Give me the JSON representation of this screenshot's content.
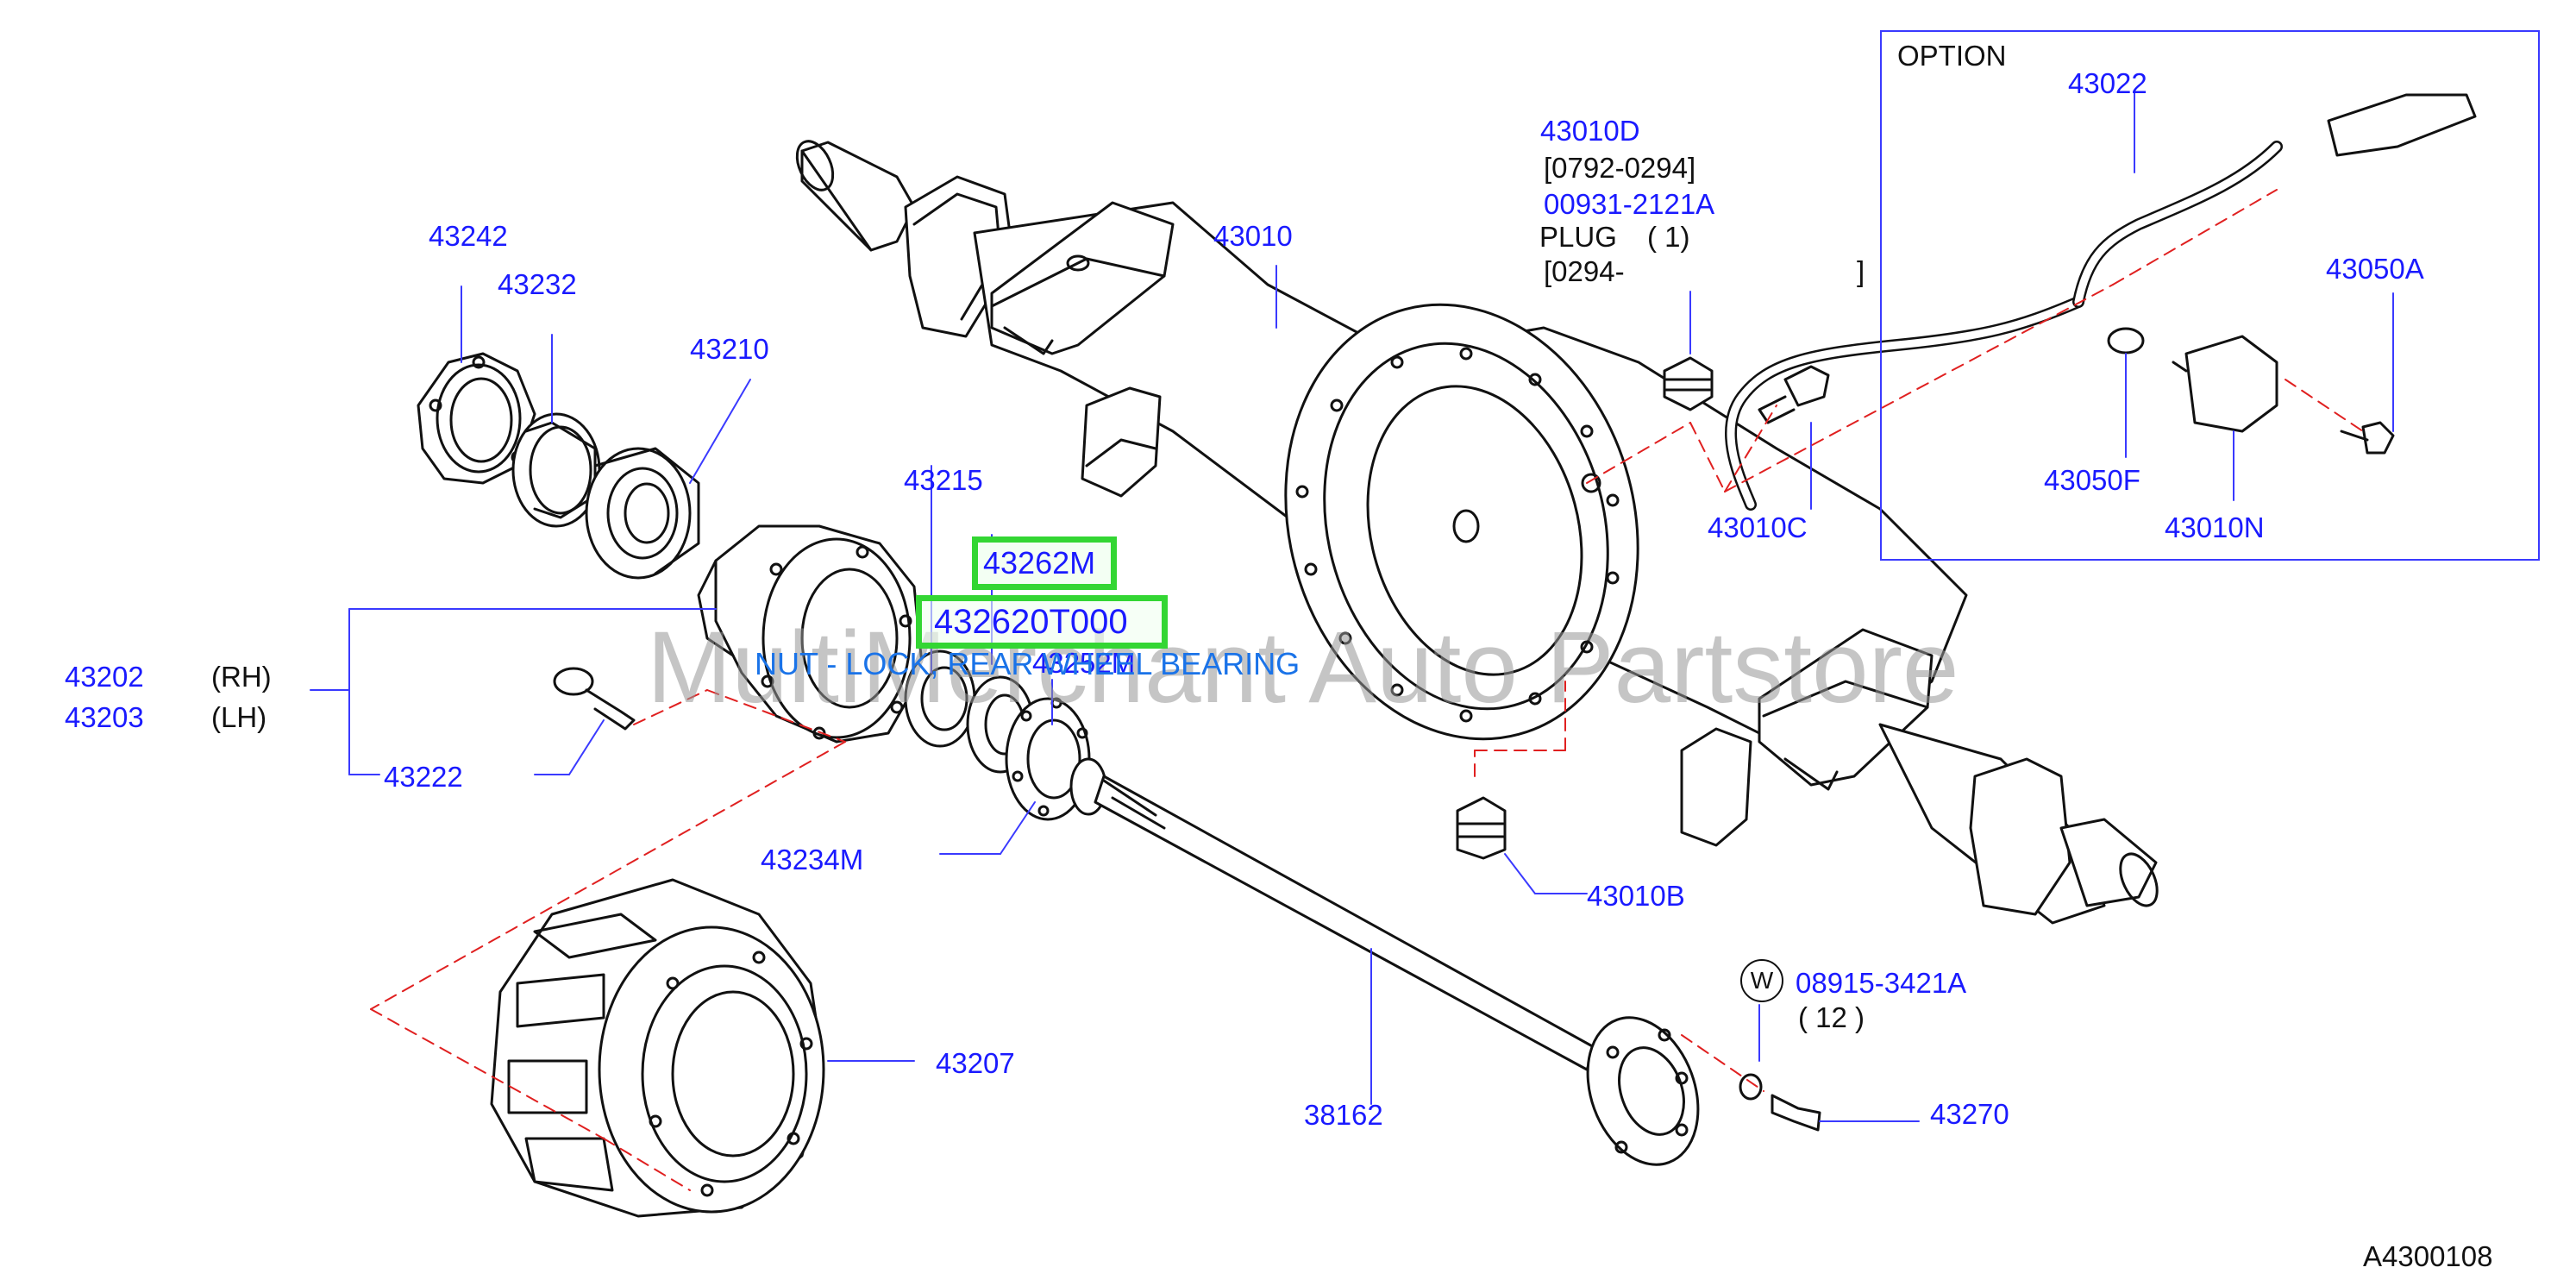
{
  "watermark": "MultiMerchant Auto Partstore",
  "option_box": {
    "title": "OPTION"
  },
  "labels": {
    "p43242": "43242",
    "p43232": "43232",
    "p43210": "43210",
    "p43215": "43215",
    "p43202": "43202",
    "rh": "(RH)",
    "p43203": "43203",
    "lh": "(LH)",
    "p43222": "43222",
    "p43234m": "43234M",
    "p43207": "43207",
    "p38162": "38162",
    "p43010": "43010",
    "p43010d": "43010D",
    "d_range": "[0792-0294]",
    "p00931": "00931-2121A",
    "plug": "PLUG",
    "plug_qty": "( 1)",
    "plug_range_open": "[0294-",
    "plug_range_close": "]",
    "p43010c": "43010C",
    "p43010b": "43010B",
    "p43022": "43022",
    "p43050a": "43050A",
    "p43050f": "43050F",
    "p43010n": "43010N",
    "p08915": "08915-3421A",
    "p08915_qty": "( 12 )",
    "w_symbol": "W",
    "p43270": "43270",
    "p43252m": "43252M",
    "diagram_code": "A4300108"
  },
  "highlights": {
    "first": "43262M",
    "second": "432620T000"
  },
  "tooltip": "NUT - LOCK, REAR WHEEL BEARING",
  "colors": {
    "label_blue": "#1a1aff",
    "highlight_green": "#33d633",
    "leader_red": "#e02020",
    "tooltip_blue": "#1a73e8"
  }
}
